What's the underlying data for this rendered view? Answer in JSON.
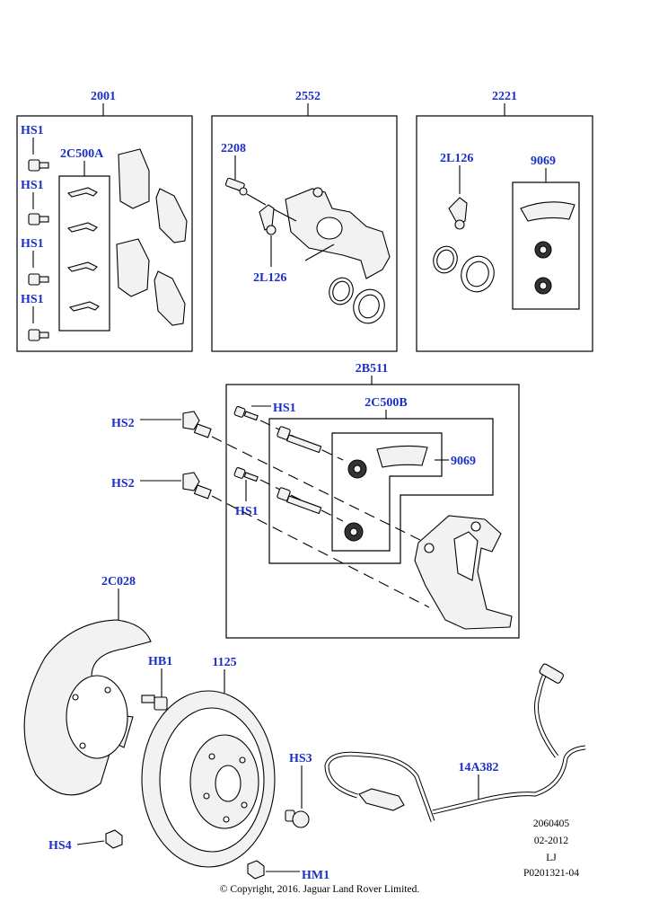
{
  "labels": {
    "box_2001": "2001",
    "box_2552": "2552",
    "box_2221": "2221",
    "hs1": "HS1",
    "pad_kit_2c500a": "2C500A",
    "bleed_screw_2208": "2208",
    "guide_pin_2l126": "2L126",
    "pin_kit_9069": "9069",
    "carrier_2b511": "2B511",
    "pin_kit_2c500b": "2C500B",
    "hs2": "HS2",
    "shield_2c028": "2C028",
    "hb1": "HB1",
    "disc_1125": "1125",
    "hs3": "HS3",
    "sensor_14a382": "14A382",
    "hs4": "HS4",
    "hm1": "HM1"
  },
  "meta": {
    "code": "2060405",
    "date": "02-2012",
    "initials": "LJ",
    "ref": "P0201321-04"
  },
  "copyright": "© Copyright, 2016. Jaguar Land Rover Limited."
}
